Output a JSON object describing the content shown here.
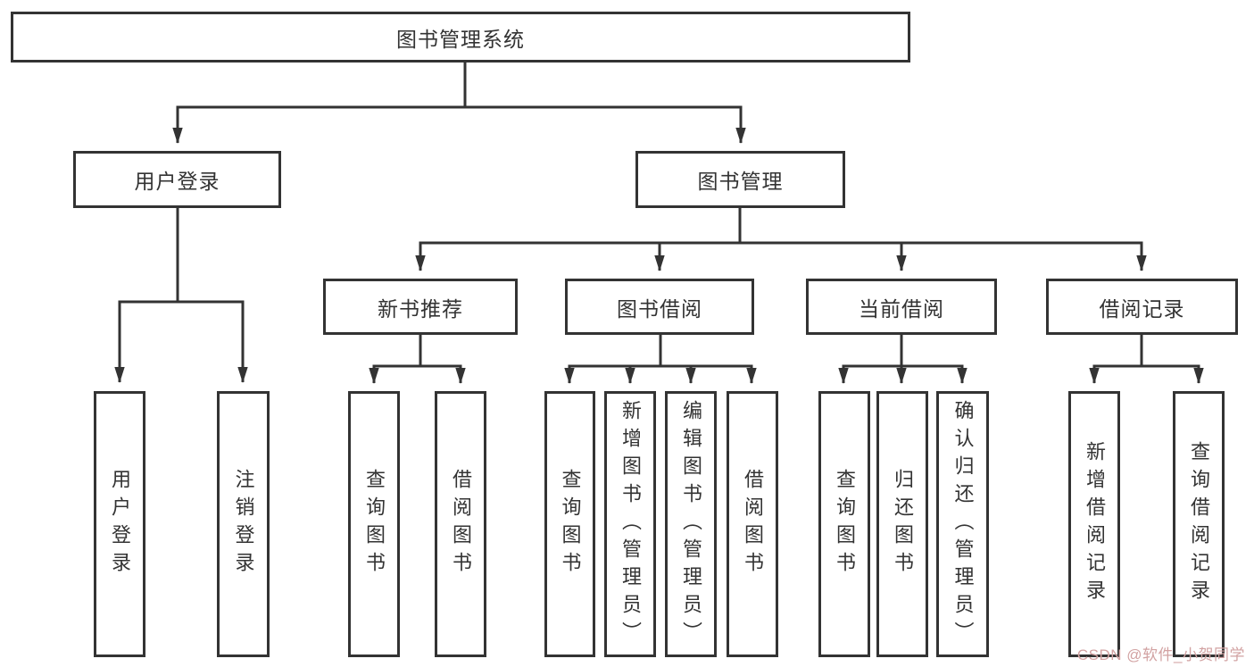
{
  "diagram": {
    "root": {
      "label": "图书管理系统"
    },
    "user_login": {
      "label": "用户登录",
      "children": {
        "login": "用户登录",
        "logout": "注销登录"
      }
    },
    "book_management": {
      "label": "图书管理",
      "new_book_recommend": {
        "label": "新书推荐",
        "children": {
          "query_books": "查询图书",
          "borrow_books": "借阅图书"
        }
      },
      "book_borrowing": {
        "label": "图书借阅",
        "children": {
          "query_books": "查询图书",
          "add_books": "新增图书（管理员）",
          "edit_books": "编辑图书（管理员）",
          "borrow_books": "借阅图书"
        }
      },
      "current_borrowing": {
        "label": "当前借阅",
        "children": {
          "query_books": "查询图书",
          "return_books": "归还图书",
          "confirm_return": "确认归还（管理员）"
        }
      },
      "borrowing_records": {
        "label": "借阅记录",
        "children": {
          "add_record": "新增借阅记录",
          "query_record": "查询借阅记录"
        }
      }
    }
  },
  "watermark": {
    "text": "CSDN @软件_小贺同学",
    "color": "#d2a2a2"
  },
  "colors": {
    "line": "#333333",
    "text": "#333333",
    "background": "#ffffff"
  }
}
